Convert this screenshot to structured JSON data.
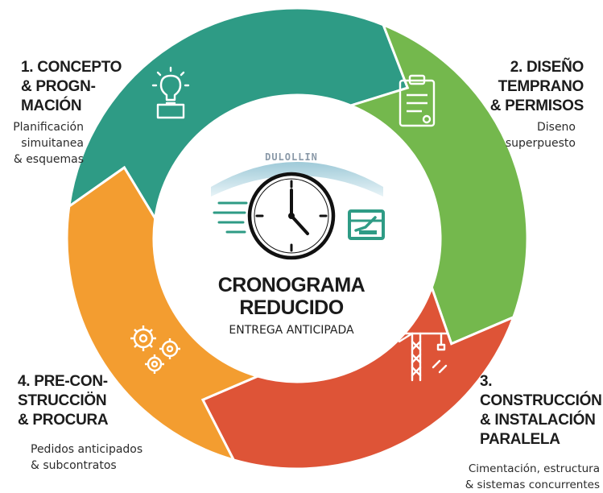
{
  "center": {
    "title_line1": "CRONOGRAMA",
    "title_line2": "REDUCIDO",
    "tagline": "ENTREGA ANTICIPADA",
    "logo_text": "DULOLLIN"
  },
  "stages": [
    {
      "title_lines": [
        "1. CONCEPTO",
        "& PROGN-",
        "MACIÓN"
      ],
      "subtitle_lines": [
        "Planificación",
        "simuitanea",
        "& esquemas"
      ],
      "color": "#2e9b85",
      "icon": "lightbulb-icon"
    },
    {
      "title_lines": [
        "2. DISEÑO",
        "TEMPRANO",
        "& PERMISOS"
      ],
      "subtitle_lines": [
        "Diseno",
        "superpuesto"
      ],
      "color": "#74b84d",
      "icon": "clipboard-icon"
    },
    {
      "title_lines": [
        "3. CONSTRUCCIÓN",
        "& INSTALACIÓN",
        "PARALELA"
      ],
      "subtitle_lines": [
        "Cimentación, estructura",
        "& sistemas concurrentes"
      ],
      "color": "#de5437",
      "icon": "crane-icon"
    },
    {
      "title_lines": [
        "4. PRE-CON-",
        "STRUCCIÖN",
        "& PROCURA"
      ],
      "subtitle_lines": [
        "Pedidos anticipados",
        "& subcontratos"
      ],
      "color": "#f39d30",
      "icon": "gears-icon"
    }
  ],
  "colors": {
    "background": "#ffffff",
    "text": "#1c1c1c",
    "icon_stroke": "#ffffff",
    "clock_stroke": "#111111",
    "accent_teal": "#2e9b85"
  }
}
